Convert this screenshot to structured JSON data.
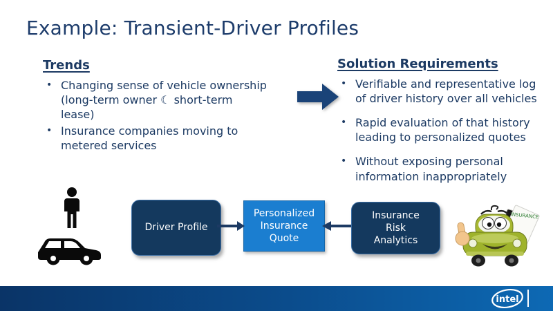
{
  "slide": {
    "title": "Example: Transient-Driver Profiles"
  },
  "trends": {
    "heading": "Trends",
    "bullets": [
      "Changing sense of vehicle ownership (long-term owner ☾ short-term lease)",
      "Insurance companies moving to metered services"
    ]
  },
  "solution": {
    "heading": "Solution Requirements",
    "bullets": [
      "Verifiable and representative log of driver history over all vehicles",
      "Rapid evaluation of that history leading to personalized quotes",
      "Without exposing personal information inappropriately"
    ]
  },
  "flow": {
    "driver_profile_label": "Driver Profile",
    "personalized_quote_label": "Personalized\nInsurance\nQuote",
    "risk_analytics_label": "Insurance\nRisk\nAnalytics"
  },
  "mascot": {
    "paper_label": "INSURANCE"
  },
  "footer": {
    "brand": "intel"
  },
  "icons": {
    "person": "standing-person-pictogram",
    "car": "car-side-pictogram",
    "block_arrow": "right-block-arrow",
    "flow_arrow_right": "arrow-pointing-right",
    "flow_arrow_left": "arrow-pointing-left",
    "mascot": "green-cartoon-car-thumbs-up-holding-insurance-papers",
    "brand_logo": "intel-oval-logo"
  },
  "colors": {
    "title_text": "#1d3c6b",
    "body_text": "#1c3a63",
    "dark_box": "#14395e",
    "light_box": "#1b7ed0",
    "block_arrow": "#1a4378",
    "footer_gradient_left": "#0a3467",
    "footer_gradient_right": "#0d69b4"
  }
}
